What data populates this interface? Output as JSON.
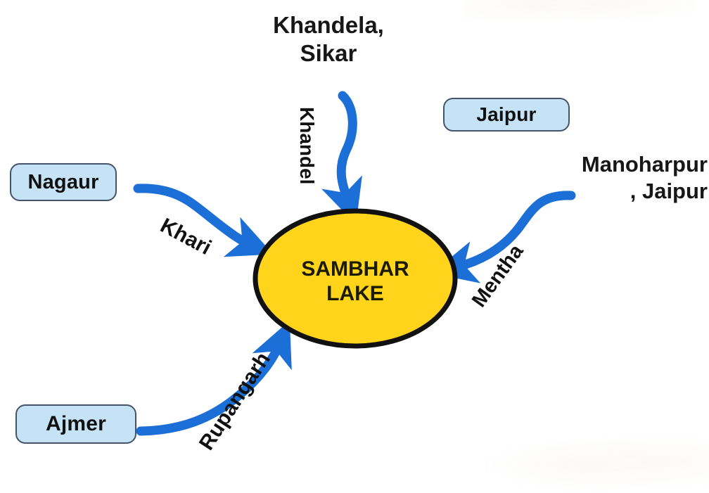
{
  "diagram": {
    "title": "Sambhar Lake river inflow diagram",
    "center": {
      "name": "SAMBHAR\nLAKE",
      "fill_color": "#FFD41A",
      "stroke_color": "#111111"
    },
    "colors": {
      "arrow": "#1b6fd6",
      "node_fill": "#c6e2f5",
      "node_border": "#44546a",
      "text": "#111111"
    },
    "sources": [
      {
        "id": "nagaur",
        "label": "Nagaur",
        "style": "box"
      },
      {
        "id": "ajmer",
        "label": "Ajmer",
        "style": "box"
      },
      {
        "id": "jaipur",
        "label": "Jaipur",
        "style": "box"
      },
      {
        "id": "khandela",
        "label": "Khandela,\nSikar",
        "style": "plain"
      },
      {
        "id": "manoharpur",
        "label": "Manoharpur\n, Jaipur",
        "style": "plain"
      }
    ],
    "rivers": [
      {
        "id": "khari",
        "label": "Khari",
        "from": "Nagaur",
        "to": "Sambhar Lake",
        "direction": "left-to-right"
      },
      {
        "id": "khandela",
        "label": "Khandel",
        "from": "Khandela, Sikar",
        "to": "Sambhar Lake",
        "direction": "top-down"
      },
      {
        "id": "mentha",
        "label": "Mentha",
        "from": "Manoharpur, Jaipur",
        "to": "Sambhar Lake",
        "direction": "right-to-left"
      },
      {
        "id": "rupangarh",
        "label": "Rupangarh",
        "from": "Ajmer",
        "to": "Sambhar Lake",
        "direction": "bottom-up"
      }
    ]
  }
}
